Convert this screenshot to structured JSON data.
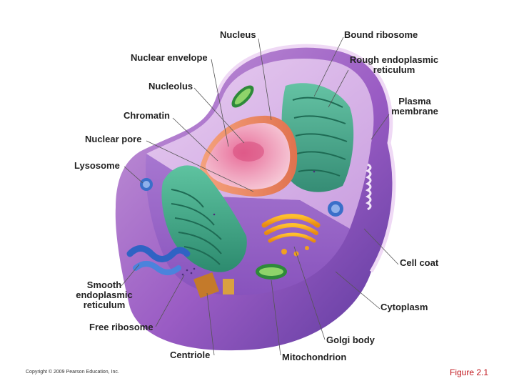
{
  "labels": {
    "nucleus": "Nucleus",
    "bound_ribosome": "Bound ribosome",
    "nuclear_envelope": "Nuclear envelope",
    "rough_er_line1": "Rough endoplasmic",
    "rough_er_line2": "reticulum",
    "nucleolus": "Nucleolus",
    "plasma_membrane_line1": "Plasma",
    "plasma_membrane_line2": "membrane",
    "chromatin": "Chromatin",
    "nuclear_pore": "Nuclear pore",
    "lysosome": "Lysosome",
    "cell_coat": "Cell coat",
    "smooth_er_line1": "Smooth",
    "smooth_er_line2": "endoplasmic",
    "smooth_er_line3": "reticulum",
    "cytoplasm": "Cytoplasm",
    "free_ribosome": "Free ribosome",
    "golgi_body": "Golgi body",
    "centriole": "Centriole",
    "mitochondrion": "Mitochondrion"
  },
  "footer": {
    "copyright": "Copyright © 2009 Pearson Education, Inc.",
    "figure": "Figure 2.1"
  }
}
